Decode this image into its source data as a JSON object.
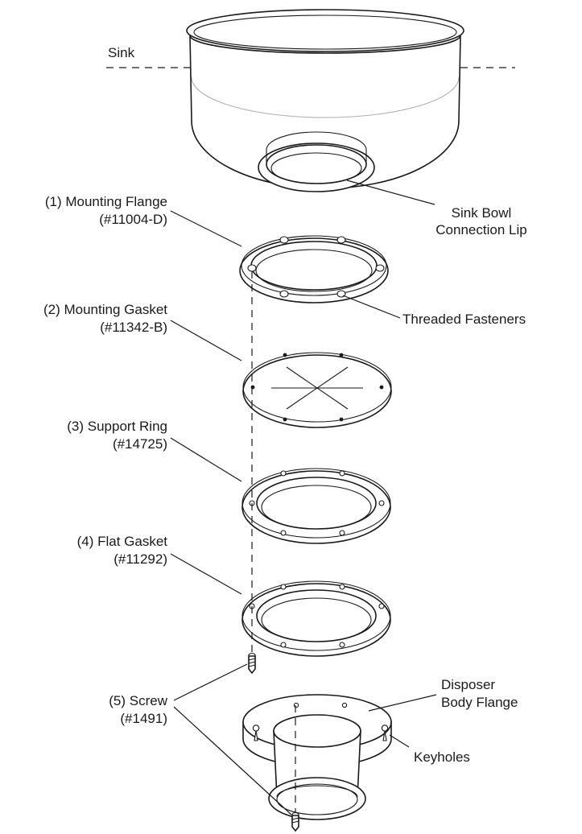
{
  "labels": {
    "sink": "Sink",
    "sink_bowl_line1": "Sink Bowl",
    "sink_bowl_line2": "Connection Lip",
    "part1_name": "(1) Mounting Flange",
    "part1_code": "(#11004-D)",
    "threaded_fasteners": "Threaded Fasteners",
    "part2_name": "(2) Mounting Gasket",
    "part2_code": "(#11342-B)",
    "part3_name": "(3) Support Ring",
    "part3_code": "(#14725)",
    "part4_name": "(4) Flat Gasket",
    "part4_code": "(#11292)",
    "part5_name": "(5) Screw",
    "part5_code": "(#1491)",
    "disposer_line1": "Disposer",
    "disposer_line2": "Body Flange",
    "keyholes": "Keyholes"
  }
}
